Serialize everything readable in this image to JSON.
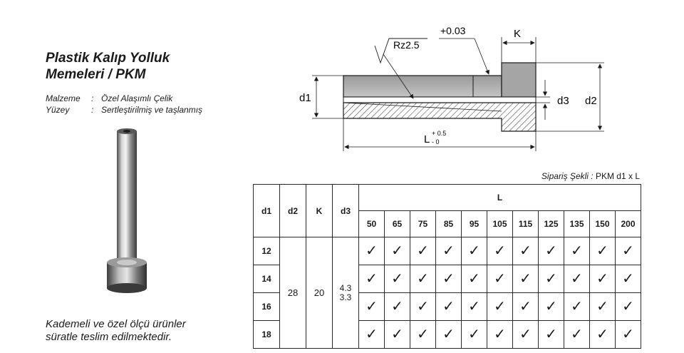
{
  "title": {
    "line1": "Plastik Kalıp Yolluk",
    "line2": "Memeleri / PKM"
  },
  "specs": [
    {
      "label": "Malzeme",
      "value": "Özel Alaşımlı Çelik"
    },
    {
      "label": "Yüzey",
      "value": "Sertleştirilmiş ve taşlanmış"
    }
  ],
  "footer": {
    "line1": "Kademeli ve özel ölçü ürünler",
    "line2": "süratle teslim edilmektedir."
  },
  "drawing": {
    "rz": "Rz2.5",
    "tol": "+0.03",
    "k": "K",
    "d1": "d1",
    "d2": "d2",
    "d3": "d3",
    "L": "L",
    "L_plus": "+ 0.5",
    "L_minus": "- 0"
  },
  "order": {
    "label": "Sipariş Şekli :",
    "value": "PKM d1 x L"
  },
  "table": {
    "headers": {
      "d1": "d1",
      "d2": "d2",
      "K": "K",
      "d3": "d3",
      "L": "L"
    },
    "L_values": [
      "50",
      "65",
      "75",
      "85",
      "95",
      "105",
      "115",
      "125",
      "135",
      "150",
      "200"
    ],
    "d1_values": [
      "12",
      "14",
      "16",
      "18"
    ],
    "d2": "28",
    "K": "20",
    "d3_line1": "4.3",
    "d3_line2": "3.3",
    "check": "✓"
  }
}
